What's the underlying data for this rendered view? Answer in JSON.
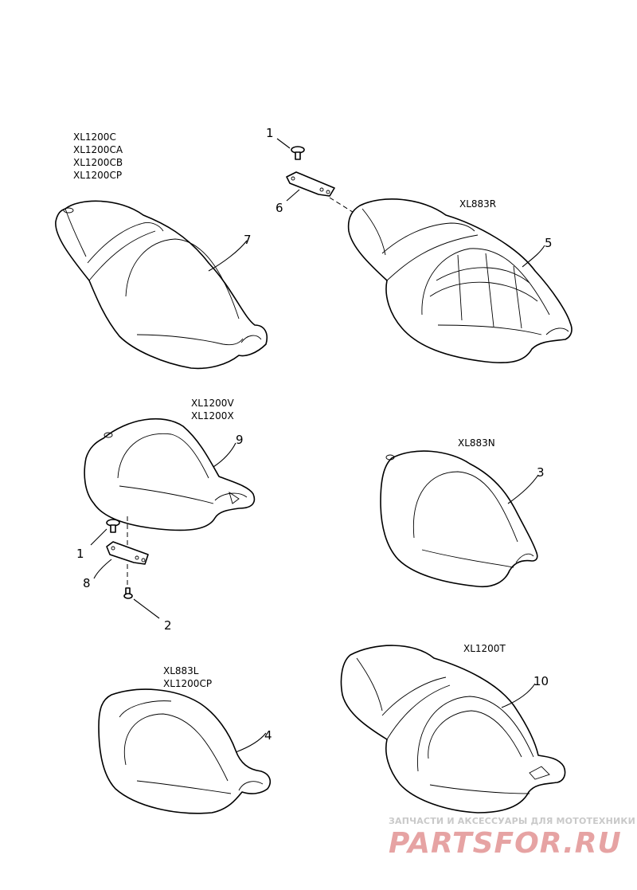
{
  "groups": {
    "xl1200c": {
      "models": [
        "XL1200C",
        "XL1200CA",
        "XL1200CB",
        "XL1200CP"
      ],
      "seat_callout": "7"
    },
    "xl883r": {
      "model": "XL883R",
      "seat_callout": "5",
      "screw_callout": "1",
      "bracket_callout": "6"
    },
    "xl1200v": {
      "models": [
        "XL1200V",
        "XL1200X"
      ],
      "seat_callout": "9",
      "screw_callout": "1",
      "bracket_callout": "8",
      "bolt_callout": "2"
    },
    "xl883n": {
      "model": "XL883N",
      "seat_callout": "3"
    },
    "xl883l": {
      "models": [
        "XL883L",
        "XL1200CP"
      ],
      "seat_callout": "4"
    },
    "xl1200t": {
      "model": "XL1200T",
      "seat_callout": "10"
    }
  },
  "watermark": {
    "tagline": "ЗАПЧАСТИ И АКСЕССУАРЫ ДЛЯ МОТОТЕХНИКИ",
    "brand": "PARTSFOR.RU"
  }
}
